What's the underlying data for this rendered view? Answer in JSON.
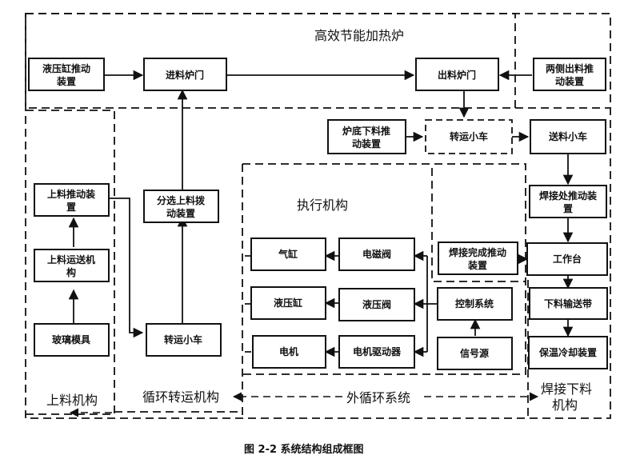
{
  "regions": {
    "furnace": "高效节能加热炉",
    "actuator": "执行机构",
    "loading": "上料机构",
    "circulation": "循环转运机构",
    "outer_loop": "外循环系统",
    "unloading_line1": "焊接下料",
    "unloading_line2": "机构"
  },
  "boxes": {
    "hydraulic_push": [
      "液压缸推动",
      "装置"
    ],
    "inlet_door": [
      "进料炉门"
    ],
    "outlet_door": [
      "出料炉门"
    ],
    "side_push": [
      "两侧出料推",
      "动装置"
    ],
    "bottom_push": [
      "炉底下料推",
      "动装置"
    ],
    "transfer_cart_top": [
      "转运小车"
    ],
    "feed_cart": [
      "送料小车"
    ],
    "load_push": [
      "上料推动装",
      "置"
    ],
    "sort_push": [
      "分选上料拨",
      "动装置"
    ],
    "load_conveyor": [
      "上料运送机",
      "构"
    ],
    "glass_mold": [
      "玻璃模具"
    ],
    "transfer_cart_bottom": [
      "转运小车"
    ],
    "cylinder": [
      "气缸"
    ],
    "solenoid_valve": [
      "电磁阀"
    ],
    "hydraulic_cylinder": [
      "液压缸"
    ],
    "hydraulic_valve": [
      "液压阀"
    ],
    "motor": [
      "电机"
    ],
    "motor_driver": [
      "电机驱动器"
    ],
    "control_system": [
      "控制系统"
    ],
    "signal_source": [
      "信号源"
    ],
    "weld_push": [
      "焊接处推动装",
      "置"
    ],
    "weld_done_push": [
      "焊接完成推动",
      "装置"
    ],
    "workbench": [
      "工作台"
    ],
    "unload_belt": [
      "下料输送带"
    ],
    "cooling": [
      "保温冷却装置"
    ]
  },
  "caption": "图 2-2  系统结构组成框图"
}
